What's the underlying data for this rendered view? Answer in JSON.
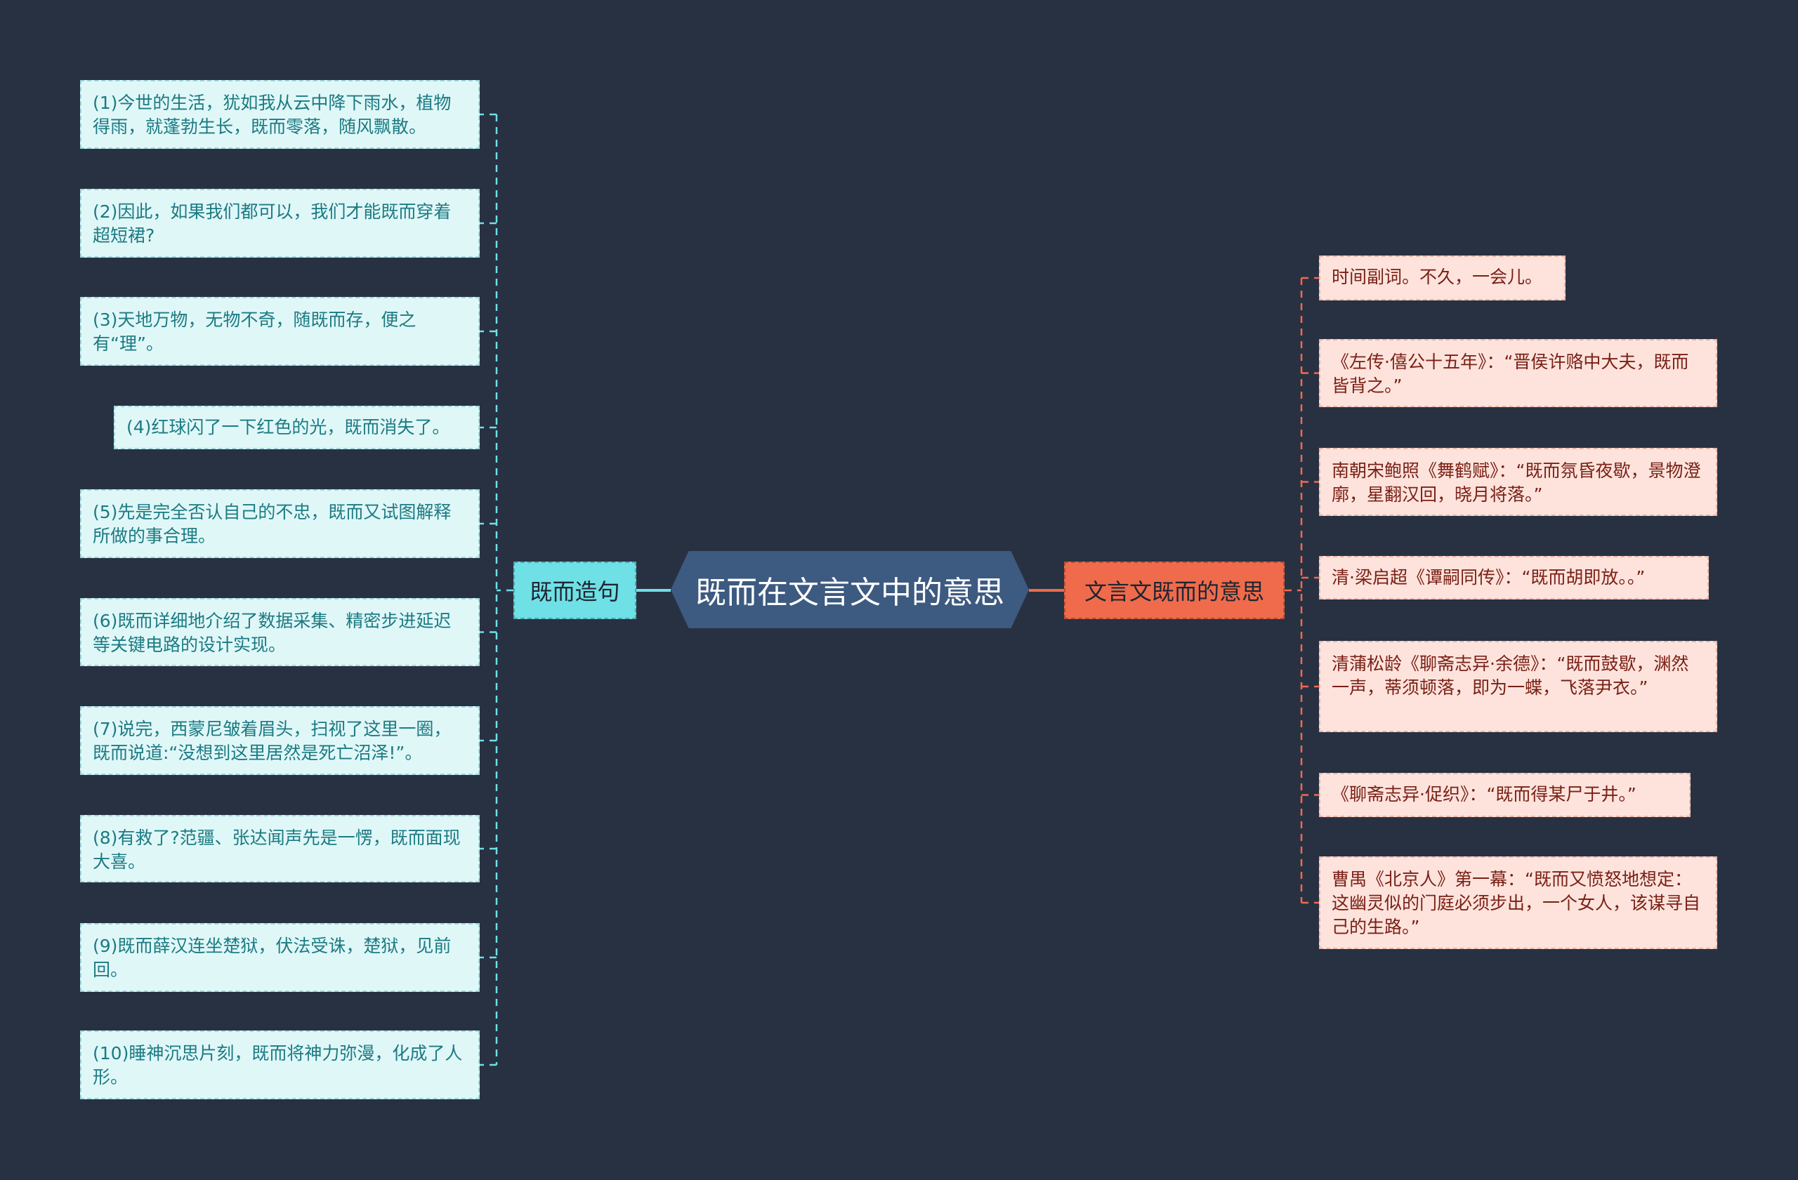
{
  "title": "既而在文言文中的意思",
  "colors": {
    "background": "#283142",
    "center": "#3d5a80",
    "left_branch": "#6ee0e6",
    "right_branch": "#ef6b4c",
    "left_leaf": "#e0f7f8",
    "right_leaf": "#fde3dc"
  },
  "left_branch": {
    "label": "既而造句",
    "items": [
      "(1)今世的生活，犹如我从云中降下雨水，植物得雨，就蓬勃生长，既而零落，随风飘散。",
      "(2)因此，如果我们都可以，我们才能既而穿着超短裙?",
      "(3)天地万物，无物不奇，随既而存，便之有“理”。",
      "(4)红球闪了一下红色的光，既而消失了。",
      "(5)先是完全否认自己的不忠，既而又试图解释所做的事合理。",
      "(6)既而详细地介绍了数据采集、精密步进延迟等关键电路的设计实现。",
      "(7)说完，西蒙尼皱着眉头，扫视了这里一圈，既而说道:“没想到这里居然是死亡沼泽!”。",
      "(8)有救了?范疆、张达闻声先是一愣，既而面现大喜。",
      "(9)既而薛汉连坐楚狱，伏法受诛，楚狱，见前回。",
      "(10)睡神沉思片刻，既而将神力弥漫，化成了人形。"
    ]
  },
  "right_branch": {
    "label": "文言文既而的意思",
    "items": [
      "时间副词。不久，一会儿。",
      "《左传·僖公十五年》：“晋侯许赂中大夫，既而皆背之。”",
      "南朝宋鲍照《舞鹤赋》：“既而氛昏夜歇，景物澄廓，星翻汉回，晓月将落。”",
      "清·梁启超《谭嗣同传》：“既而胡即放。。”",
      "清蒲松龄《聊斋志异·余德》：“既而鼓歇，渊然一声，蒂须顿落，即为一蝶，飞落尹衣。”",
      "《聊斋志异·促织》：“既而得某尸于井。”",
      "曹禺《北京人》第一幕：“既而又愤怒地想定：这幽灵似的门庭必须步出，一个女人，该谋寻自己的生路。”"
    ]
  }
}
